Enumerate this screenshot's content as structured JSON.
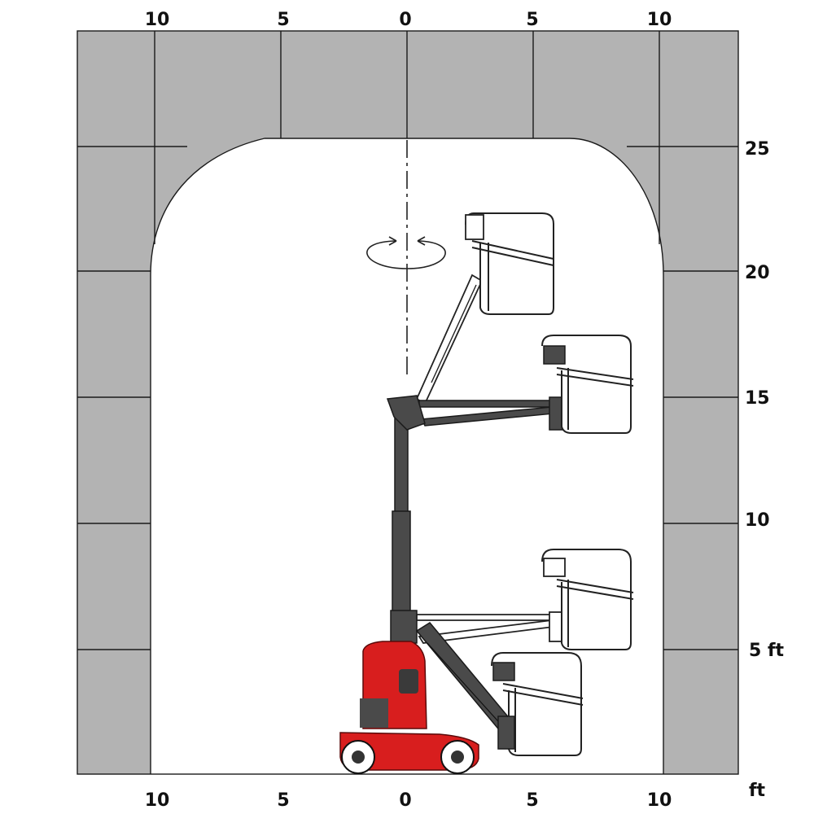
{
  "diagram": {
    "x_ticks_top": [
      "10",
      "5",
      "0",
      "5",
      "10"
    ],
    "x_ticks_bottom": [
      "10",
      "5",
      "0",
      "5",
      "10"
    ],
    "x_unit": "ft",
    "y_ticks": [
      {
        "value": 25,
        "label": "25"
      },
      {
        "value": 20,
        "label": "20"
      },
      {
        "value": 15,
        "label": "15"
      },
      {
        "value": 10,
        "label": "10"
      },
      {
        "value": 5,
        "label": "5 ft"
      }
    ],
    "colors": {
      "envelope_outside": "#b3b3b3",
      "machine_body": "#d81e1e",
      "mast": "#4a4a4a",
      "grid_line": "#1a1a1a"
    },
    "icons": [
      "rotation-arrow-icon",
      "aerial-work-platform-icon"
    ]
  }
}
